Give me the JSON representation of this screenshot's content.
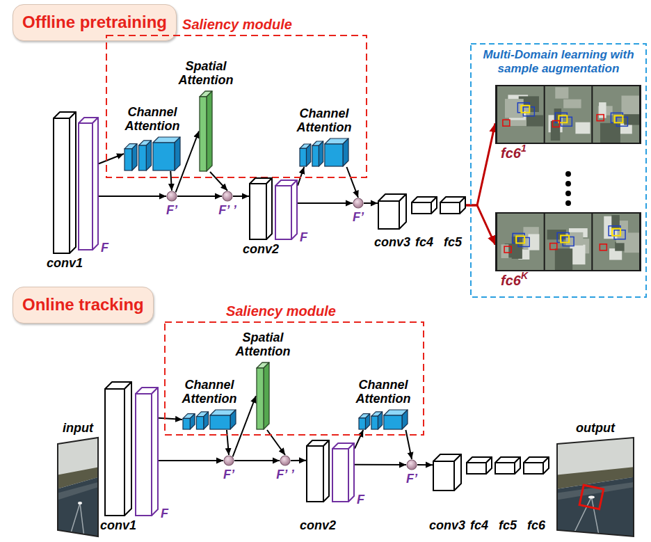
{
  "diagram": {
    "nodes": [
      {
        "text": [
          "Offline pretraining"
        ]
      },
      {
        "text": [
          "Saliency module"
        ]
      },
      {
        "text": [
          "Spatial Attention"
        ],
        "in": 1
      },
      {
        "text": [
          "Channel Attention"
        ],
        "in": 1
      },
      {
        "text": [
          "Channel Attention"
        ],
        "in": 1
      },
      {
        "text": [
          "Multi-Domain learning with sample augmentation"
        ]
      },
      {
        "text": [
          "fc6",
          "1"
        ],
        "in": 5
      },
      {
        "text": [
          "fc6",
          "K"
        ],
        "in": 5
      },
      {
        "text": [
          "conv1"
        ]
      },
      {
        "text": [
          "F"
        ]
      },
      {
        "text": [
          "F’"
        ]
      },
      {
        "text": [
          "F’ ’"
        ]
      },
      {
        "text": [
          "conv2"
        ]
      },
      {
        "text": [
          "F"
        ]
      },
      {
        "text": [
          "F’"
        ]
      },
      {
        "text": [
          "conv3"
        ]
      },
      {
        "text": [
          "fc4"
        ]
      },
      {
        "text": [
          "fc5"
        ]
      },
      {
        "text": [
          "Online tracking"
        ]
      },
      {
        "text": [
          "Saliency module"
        ]
      },
      {
        "text": [
          "Spatial Attention"
        ],
        "in": 19
      },
      {
        "text": [
          "Channel Attention"
        ],
        "in": 19
      },
      {
        "text": [
          "Channel Attention"
        ],
        "in": 19
      },
      {
        "text": [
          "input"
        ]
      },
      {
        "text": [
          "conv1"
        ]
      },
      {
        "text": [
          "F"
        ]
      },
      {
        "text": [
          "F’"
        ]
      },
      {
        "text": [
          "F’ ’"
        ]
      },
      {
        "text": [
          "conv2"
        ]
      },
      {
        "text": [
          "F"
        ]
      },
      {
        "text": [
          "F’"
        ]
      },
      {
        "text": [
          "conv3"
        ]
      },
      {
        "text": [
          "fc4"
        ]
      },
      {
        "text": [
          "fc5"
        ]
      },
      {
        "text": [
          "fc6"
        ]
      },
      {
        "text": [
          "output"
        ]
      }
    ],
    "edges": [
      {
        "from": 9,
        "to": 3,
        "arrow": "to"
      },
      {
        "from": 9,
        "to": 10,
        "arrow": "to"
      },
      {
        "from": 3,
        "to": 10,
        "arrow": "to"
      },
      {
        "from": 10,
        "to": 2,
        "arrow": "to"
      },
      {
        "from": 10,
        "to": 11,
        "arrow": "to"
      },
      {
        "from": 2,
        "to": 11,
        "arrow": "to"
      },
      {
        "from": 11,
        "to": 12,
        "arrow": "to"
      },
      {
        "from": 13,
        "to": 4,
        "arrow": "to"
      },
      {
        "from": 13,
        "to": 14,
        "arrow": "to"
      },
      {
        "from": 4,
        "to": 14,
        "arrow": "to"
      },
      {
        "from": 14,
        "to": 15,
        "arrow": "to"
      },
      {
        "from": 17,
        "to": 6,
        "arrow": "to"
      },
      {
        "from": 17,
        "to": 7,
        "arrow": "to"
      },
      {
        "from": 25,
        "to": 21,
        "arrow": "to"
      },
      {
        "from": 25,
        "to": 26,
        "arrow": "to"
      },
      {
        "from": 21,
        "to": 26,
        "arrow": "to"
      },
      {
        "from": 26,
        "to": 20,
        "arrow": "to"
      },
      {
        "from": 26,
        "to": 27,
        "arrow": "to"
      },
      {
        "from": 20,
        "to": 27,
        "arrow": "to"
      },
      {
        "from": 27,
        "to": 28,
        "arrow": "to"
      },
      {
        "from": 29,
        "to": 22,
        "arrow": "to"
      },
      {
        "from": 29,
        "to": 30,
        "arrow": "to"
      },
      {
        "from": 22,
        "to": 30,
        "arrow": "to"
      },
      {
        "from": 30,
        "to": 31,
        "arrow": "to"
      }
    ]
  }
}
